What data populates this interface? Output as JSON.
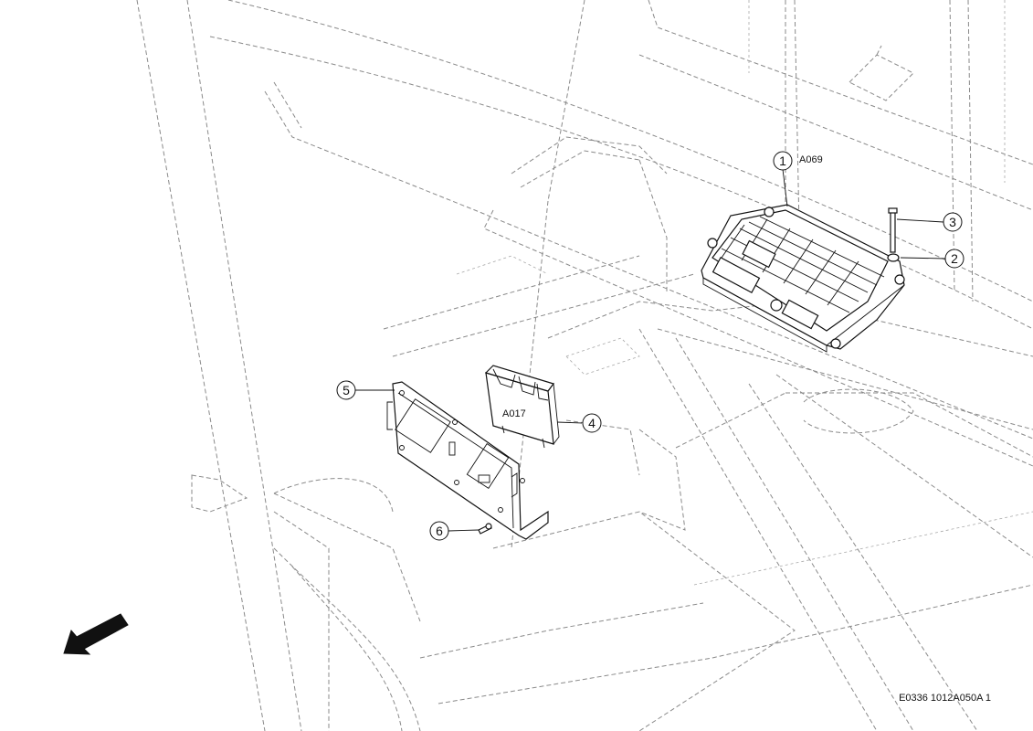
{
  "callouts": [
    {
      "id": "callout-1",
      "number": "1"
    },
    {
      "id": "callout-2",
      "number": "2"
    },
    {
      "id": "callout-3",
      "number": "3"
    },
    {
      "id": "callout-4",
      "number": "4"
    },
    {
      "id": "callout-5",
      "number": "5"
    },
    {
      "id": "callout-6",
      "number": "6"
    }
  ],
  "reference_labels": {
    "ecu": "A069",
    "module": "A017"
  },
  "drawing_id": "E0336 1012A050A 1",
  "icons": {
    "direction_arrow": "arrow-down-left-icon"
  },
  "colors": {
    "line": "#111111",
    "ghost": "#8a8a8a",
    "background": "#ffffff"
  }
}
